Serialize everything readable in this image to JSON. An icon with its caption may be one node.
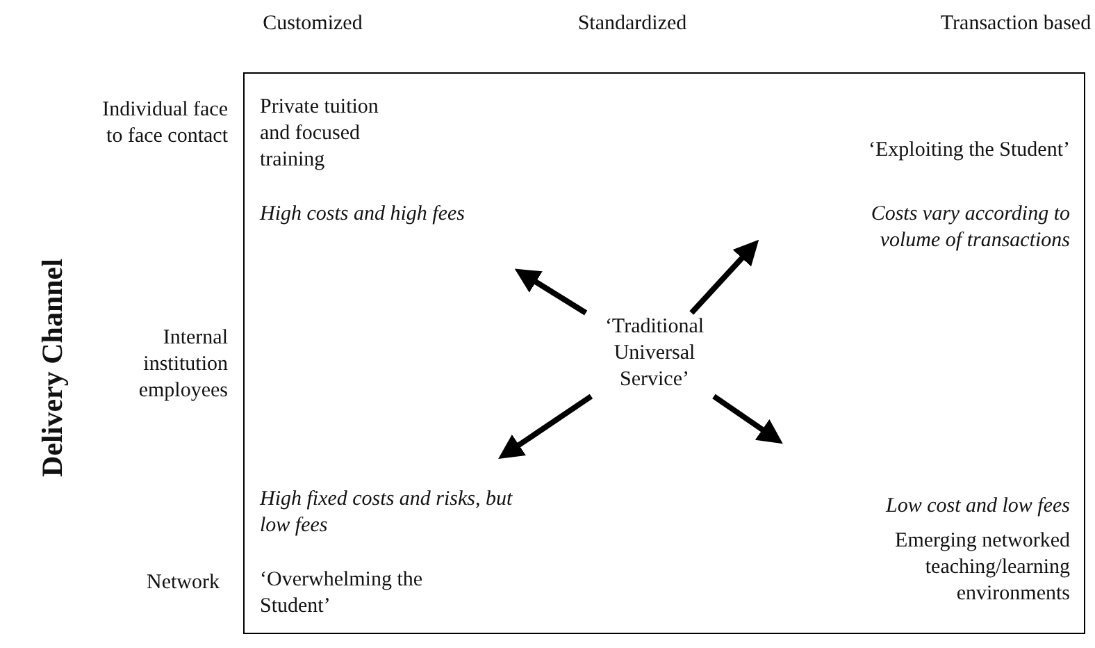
{
  "diagram": {
    "nodes": [
      {
        "text": [],
        "shape": "box"
      },
      {
        "text": [
          "‘Traditional Universal Service’"
        ],
        "in": 0
      }
    ],
    "edges": [
      {
        "from": 1,
        "to": null,
        "arrow": "to"
      },
      {
        "from": 1,
        "to": null,
        "arrow": "to"
      },
      {
        "from": 1,
        "to": null,
        "arrow": "to"
      },
      {
        "from": 1,
        "to": null,
        "arrow": "to"
      }
    ],
    "labels": [
      "Customized",
      "Standardized",
      "Transaction based",
      "Delivery Channel",
      "Individual face to face contact",
      "Internal institution employees",
      "Network",
      "Private tuition and focused training",
      "High costs and high fees",
      "‘Exploiting the Student’",
      "Costs vary according to volume of transactions",
      "High fixed costs and risks, but low fees",
      "Low cost and low fees",
      "‘Overwhelming the Student’",
      "Emerging networked teaching/learning environments"
    ]
  }
}
